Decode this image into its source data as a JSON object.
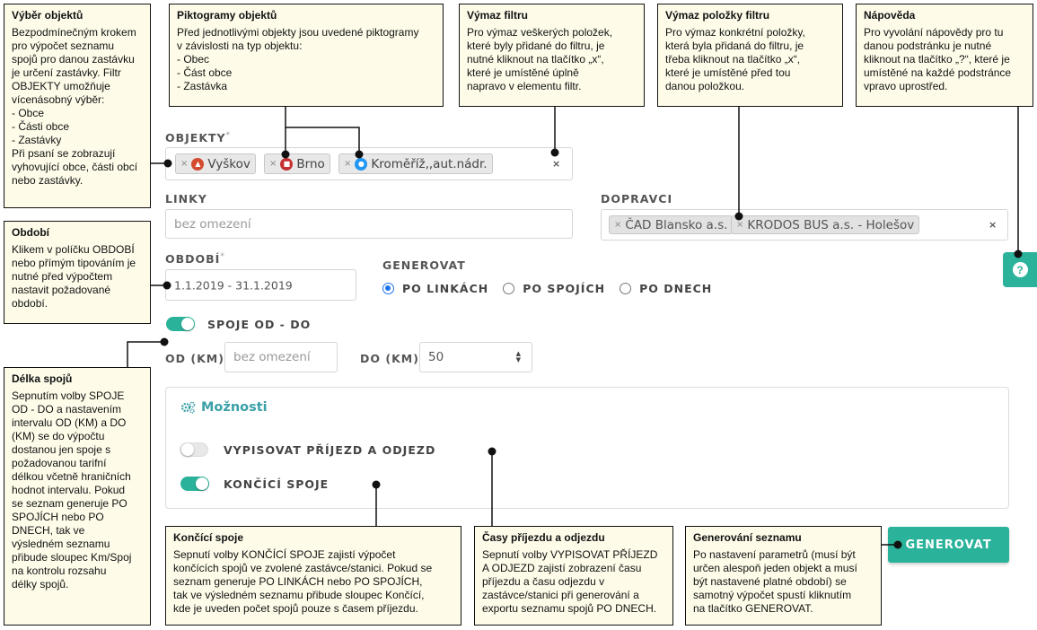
{
  "form": {
    "objekty_label": "OBJEKTY",
    "required_mark": "*",
    "tags": [
      {
        "label": "Vyškov",
        "icon": "town-icon",
        "color": "#d34a2f"
      },
      {
        "label": "Brno",
        "icon": "town-part-icon",
        "color": "#c62f2f"
      },
      {
        "label": "Kroměříž,,aut.nádr.",
        "icon": "bus-stop-icon",
        "color": "#2196f3"
      }
    ],
    "tag_remove": "×",
    "clear_all": "×",
    "linky_label": "LINKY",
    "linky_placeholder": "bez omezení",
    "dopravci_label": "DOPRAVCI",
    "dopravci_tags": [
      "ČAD Blansko a.s.",
      "KRODOS BUS a.s. - Holešov"
    ],
    "obdobi_label": "OBDOBÍ",
    "obdobi_value": "1.1.2019 - 31.1.2019",
    "generovat_label": "GENEROVAT",
    "radio_options": [
      {
        "label": "PO LINKÁCH",
        "selected": true
      },
      {
        "label": "PO SPOJÍCH",
        "selected": false
      },
      {
        "label": "PO DNECH",
        "selected": false
      }
    ],
    "spoje_toggle_label": "SPOJE OD - DO",
    "spoje_toggle_on": true,
    "od_label": "OD (KM)",
    "od_placeholder": "bez omezení",
    "do_label": "DO (KM)",
    "do_value": "50",
    "moznosti_title": "Možnosti",
    "vypisovat_label": "VYPISOVAT PŘÍJEZD A ODJEZD",
    "vypisovat_on": false,
    "koncici_label": "KONČÍCÍ SPOJE",
    "koncici_on": true,
    "generate_button": "GENEROVAT",
    "help_button": "?"
  },
  "notes": {
    "vyber": {
      "title": "Výběr objektů",
      "body": "Bezpodmínečným krokem\npro výpočet seznamu\nspojů pro danou zastávku\nje určení zastávky. Filtr\nOBJEKTY umožňuje\nvícenásobný výběr:\n    - Obce\n    - Části obce\n    - Zastávky\nPři psaní se zobrazují\nvyhovující obce, části obcí\nnebo zastávky."
    },
    "piktogramy": {
      "title": "Piktogramy objektů",
      "body": "Před jednotlivými objekty jsou uvedené piktogramy\nv závislosti na typ objektu:\n   - Obec\n   - Část obce\n   - Zastávka"
    },
    "vymaz_filtru": {
      "title": "Výmaz filtru",
      "body": "Pro výmaz veškerých položek,\nkteré byly přidané do filtru, je\nnutné kliknout na tlačítko „x“,\nkteré je umístěné úplně\nnapravo v elementu filtr."
    },
    "vymaz_polozky": {
      "title": "Výmaz položky filtru",
      "body": "Pro výmaz konkrétní položky,\nkterá byla přidaná do filtru, je\ntřeba kliknout na tlačítko „x“,\nkteré je umístěné před tou\ndanou položkou."
    },
    "napoveda": {
      "title": "Nápověda",
      "body": "Pro vyvolání nápovědy pro tu\ndanou podstránku je nutné\nkliknout na tlačítko „?“, které je\numístěné na každé podstránce\nvpravo uprostřed."
    },
    "obdobi": {
      "title": "Období",
      "body": "Klikem v políčku OBDOBÍ\nnebo přímým tipováním je\nnutné před výpočtem\nnastavit požadované\nobdobí."
    },
    "delka": {
      "title": "Délka spojů",
      "body": "Sepnutím volby SPOJE\nOD - DO a nastavením\nintervalu OD (KM) a DO\n(KM) se do výpočtu\ndostanou jen spoje s\npožadovanou tarifní\ndélkou včetně hraničních\nhodnot intervalu. Pokud\nse seznam generuje PO\nSPOJÍCH nebo PO\nDNECH, tak ve\nvýsledném seznamu\npřibude sloupec Km/Spoj\nna kontrolu rozsahu\ndélky spojů."
    },
    "koncici": {
      "title": "Končící spoje",
      "body": "Sepnutí volby KONČÍCÍ SPOJE zajistí výpočet\nkončících spojů ve zvolené zastávce/stanici. Pokud se\nseznam generuje PO LINKÁCH nebo PO SPOJÍCH,\ntak ve výsledném seznamu přibude sloupec Končící,\nkde je uveden počet spojů pouze s časem příjezdu."
    },
    "casy": {
      "title": "Časy příjezdu a odjezdu",
      "body": "Sepnutí volby VYPISOVAT PŘÍJEZD\nA ODJEZD zajistí zobrazení času\npříjezdu a času odjezdu v\nzastávce/stanici při generování a\nexportu seznamu spojů PO DNECH."
    },
    "generovani": {
      "title": "Generování seznamu",
      "body": "Po nastavení parametrů (musí být\nurčen alespoň jeden objekt a musí\nbýt nastavené platné období) se\nsamotný výpočet spustí kliknutím\nna tlačítko GENEROVAT."
    }
  }
}
